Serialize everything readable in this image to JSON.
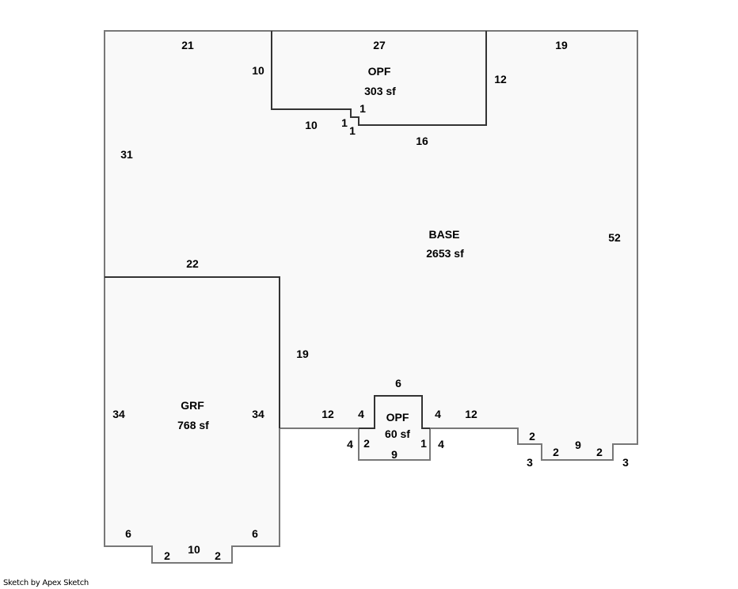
{
  "credit": "Sketch by Apex Sketch",
  "colors": {
    "fill": "#f9f9f9",
    "outer_line": "#787878",
    "inner_line": "#333333",
    "text": "#000000"
  },
  "areas": [
    {
      "name": "BASE",
      "area": "2653 sf"
    },
    {
      "name": "OPF",
      "area": "303 sf"
    },
    {
      "name": "GRF",
      "area": "768 sf"
    },
    {
      "name": "OPF",
      "area": "60 sf"
    }
  ],
  "dimensions": {
    "base": [
      "21",
      "27",
      "19",
      "31",
      "52",
      "22",
      "19",
      "12",
      "12",
      "2",
      "3",
      "2",
      "9",
      "2",
      "3"
    ],
    "opf_top": [
      "10",
      "27",
      "12",
      "1",
      "1",
      "1",
      "10",
      "16"
    ],
    "grf": [
      "34",
      "34",
      "6",
      "6",
      "2",
      "10",
      "2"
    ],
    "opf_bottom": [
      "6",
      "4",
      "4",
      "4",
      "2",
      "1",
      "4",
      "9"
    ]
  }
}
